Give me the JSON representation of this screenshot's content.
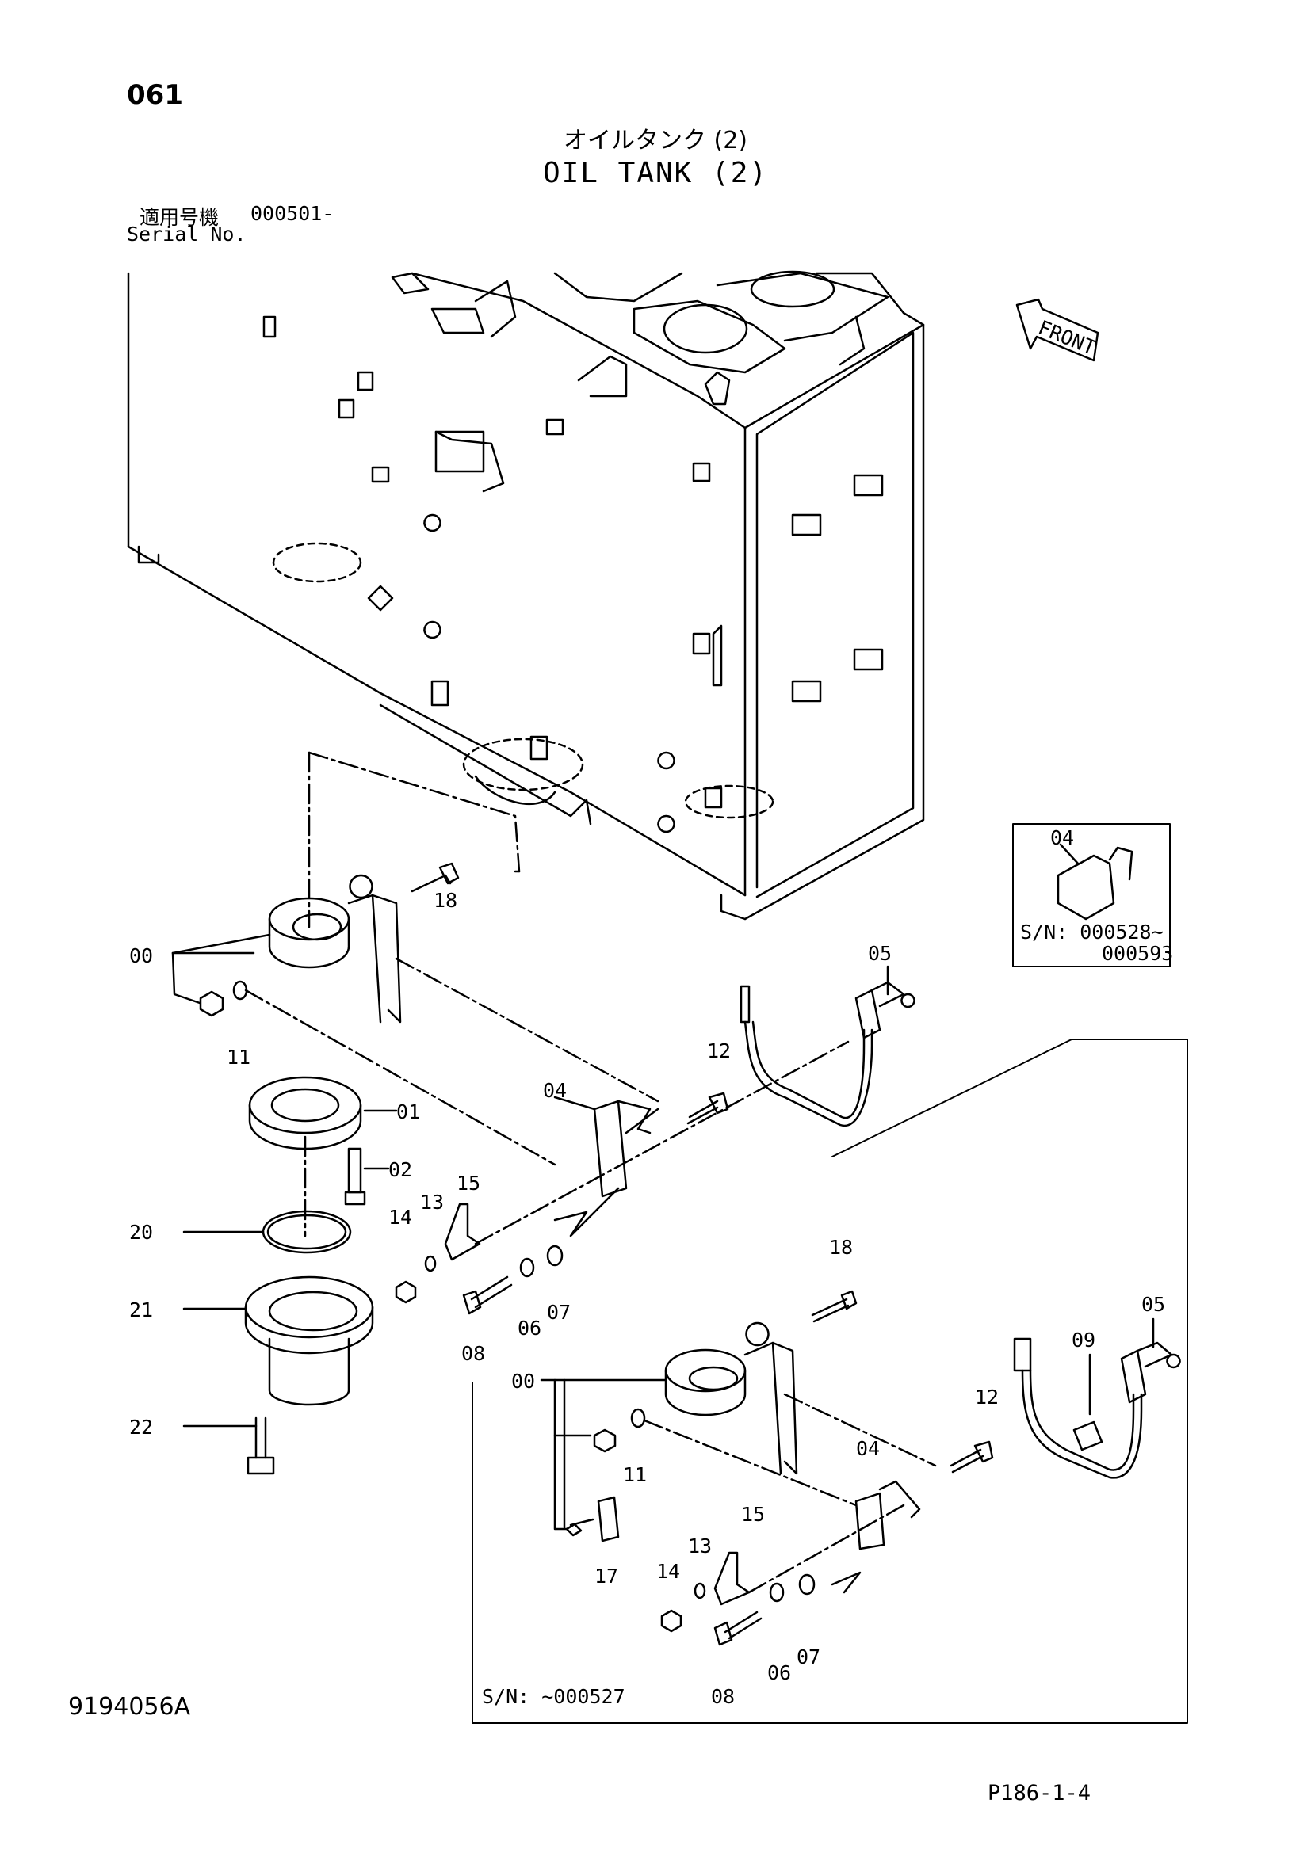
{
  "header": {
    "page_number": "061",
    "title_jp": "オイルタンク (2)",
    "title_en": "OIL TANK (2)",
    "serial_label_jp": "適用号機",
    "serial_range": "000501-",
    "serial_label_en": "Serial No."
  },
  "front_marker": "FRONT",
  "inset": {
    "part": "04",
    "serial_line1": "S/N: 000528~",
    "serial_line2": "000593"
  },
  "lower_box": {
    "serial": "S/N: ~000527"
  },
  "callouts": {
    "c00": "00",
    "c01": "01",
    "c02": "02",
    "c04": "04",
    "c05": "05",
    "c06": "06",
    "c07": "07",
    "c08": "08",
    "c09": "09",
    "c11": "11",
    "c12": "12",
    "c13": "13",
    "c14": "14",
    "c15": "15",
    "c17": "17",
    "c18": "18",
    "c20": "20",
    "c21": "21",
    "c22": "22"
  },
  "footer": {
    "drawing_code": "9194056A",
    "page_ref": "P186-1-4"
  }
}
